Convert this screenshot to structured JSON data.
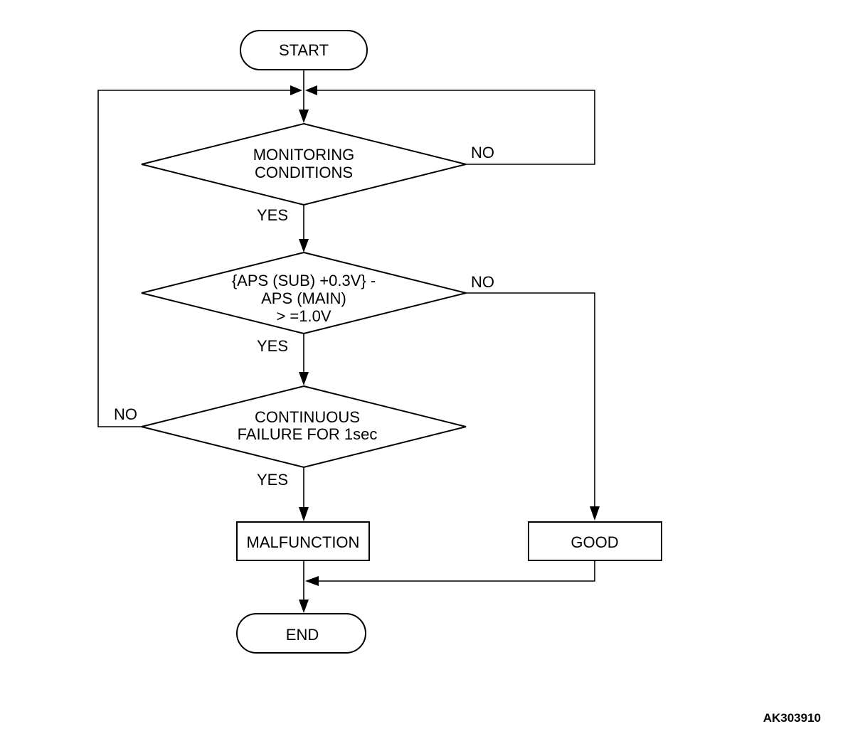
{
  "start": {
    "label": "START"
  },
  "decision1": {
    "lines": [
      "MONITORING",
      "CONDITIONS"
    ],
    "yes": "YES",
    "no": "NO"
  },
  "decision2": {
    "lines": [
      "{APS (SUB) +0.3V} -",
      "APS (MAIN)",
      "> =1.0V"
    ],
    "yes": "YES",
    "no": "NO"
  },
  "decision3": {
    "lines": [
      "CONTINUOUS",
      "FAILURE FOR 1sec"
    ],
    "yes": "YES",
    "no": "NO"
  },
  "malfunction": {
    "label": "MALFUNCTION"
  },
  "good": {
    "label": "GOOD"
  },
  "end": {
    "label": "END"
  },
  "figure_code": "AK303910"
}
